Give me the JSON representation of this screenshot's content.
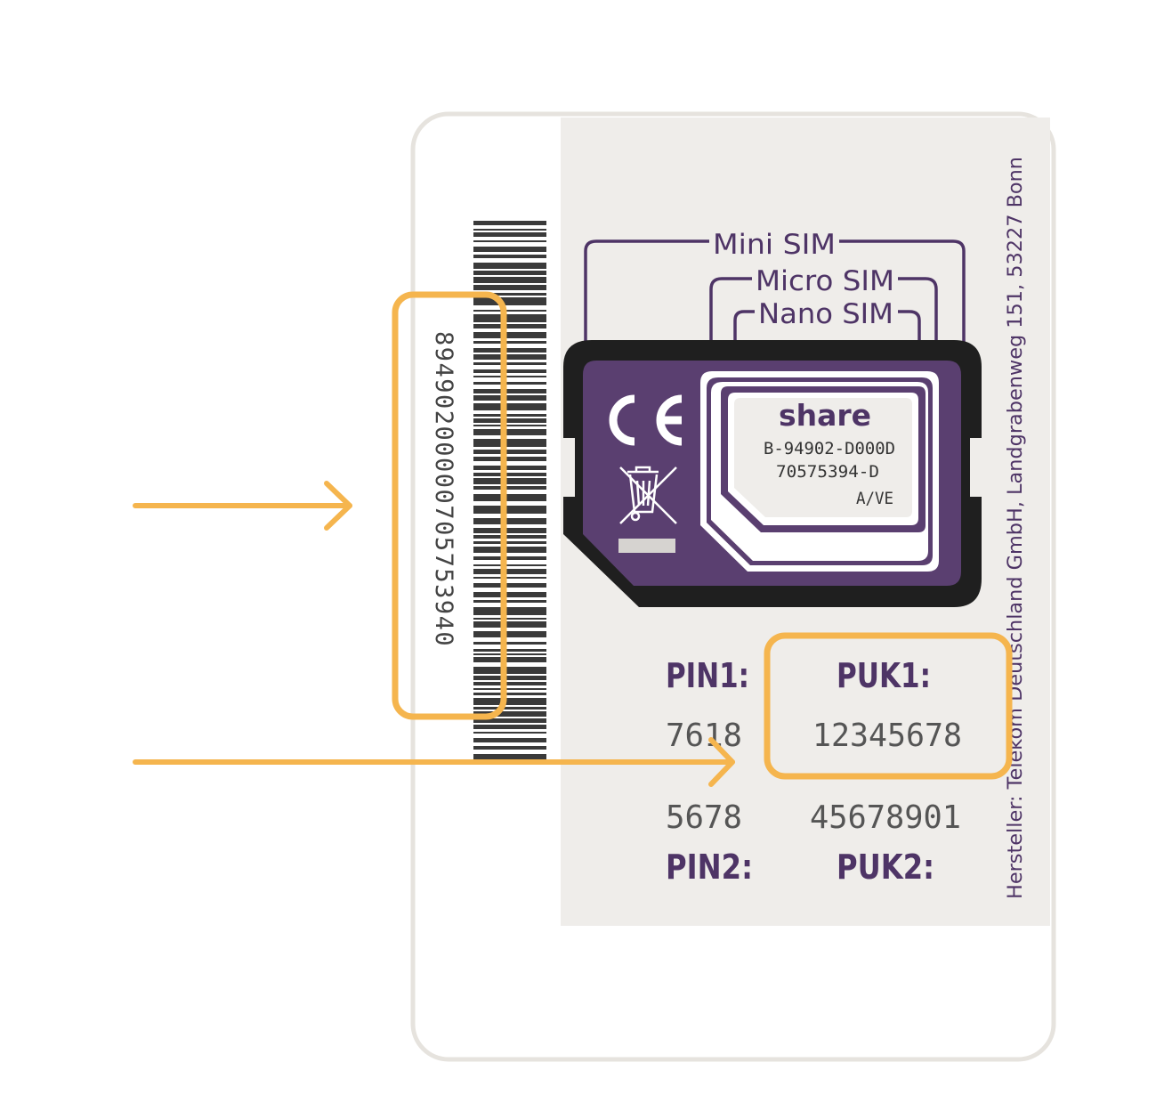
{
  "colors": {
    "card_panel": "#efedea",
    "card_border": "#e6e3de",
    "purple": "#4e3466",
    "purple_chip": "#5a3f70",
    "dark": "#1f1f1f",
    "highlight": "#f5b54e",
    "text_gray": "#444444"
  },
  "card": {
    "iccid": "89490200000705753940",
    "sim_sizes": {
      "mini": "Mini SIM",
      "micro": "Micro SIM",
      "nano": "Nano SIM"
    },
    "chip": {
      "brand": "share",
      "code1": "B-94902-D000D",
      "code2": "70575394-D",
      "code3": "A/VE",
      "ce_mark": "CE",
      "weee_icon": "crossed-out-wheelie-bin-icon"
    },
    "pin1_label": "PIN1:",
    "pin1_value": "7618",
    "puk1_label": "PUK1:",
    "puk1_value": "12345678",
    "pin2_label": "PIN2:",
    "pin2_value": "5678",
    "puk2_label": "PUK2:",
    "puk2_value": "45678901",
    "manufacturer": "Hersteller: Telekom Deutschland GmbH, Landgrabenweg 151, 53227 Bonn"
  },
  "annotations": {
    "arrow_icons": [
      "arrow-right-icon",
      "arrow-right-icon"
    ],
    "highlight_boxes": [
      "iccid-highlight",
      "puk1-highlight"
    ]
  }
}
